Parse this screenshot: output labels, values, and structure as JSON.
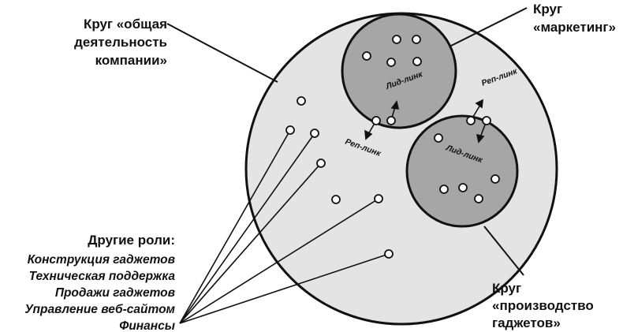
{
  "labels": {
    "company_circle": [
      "Круг «общая",
      "деятельность",
      "компании»"
    ],
    "marketing_circle": [
      "Круг",
      "«маркетинг»"
    ],
    "production_circle": [
      "Круг",
      "«производство",
      "гаджетов»"
    ],
    "rep_link_1": "Реп-линк",
    "lead_link_1": "Лид-линк",
    "rep_link_2": "Реп-линк",
    "lead_link_2": "Лид-линк"
  },
  "other_roles": {
    "heading": "Другие роли:",
    "items": [
      "Конструкция гаджетов",
      "Техническая поддержка",
      "Продажи гаджетов",
      "Управление веб-сайтом",
      "Финансы"
    ]
  },
  "colors": {
    "outer_fill": "#e4e4e4",
    "inner_fill": "#a6a6a6",
    "stroke": "#111111",
    "dot_fill": "#ffffff"
  }
}
